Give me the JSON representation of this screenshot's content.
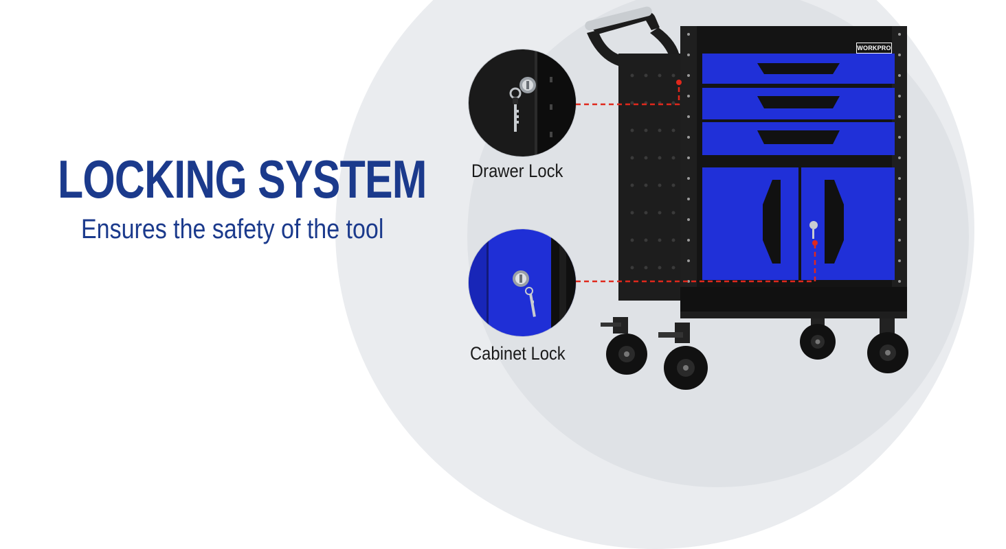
{
  "headline": {
    "title": "LOCKING SYSTEM",
    "subtitle": "Ensures the safety of the tool"
  },
  "callouts": [
    {
      "label": "Drawer Lock"
    },
    {
      "label": "Cabinet Lock"
    }
  ],
  "product": {
    "brand": "WORKPRO",
    "drawer_count": 3,
    "door_count": 2,
    "caster_count": 4
  },
  "colors": {
    "title_blue": "#1b3a8c",
    "panel_blue": "#1f2fd6",
    "frame_black": "#141414",
    "leader_red": "#e0281c",
    "background_grey": "#e2e5e9"
  },
  "icons": {
    "drawer_lock": "key-lock-icon",
    "cabinet_lock": "key-lock-icon"
  }
}
